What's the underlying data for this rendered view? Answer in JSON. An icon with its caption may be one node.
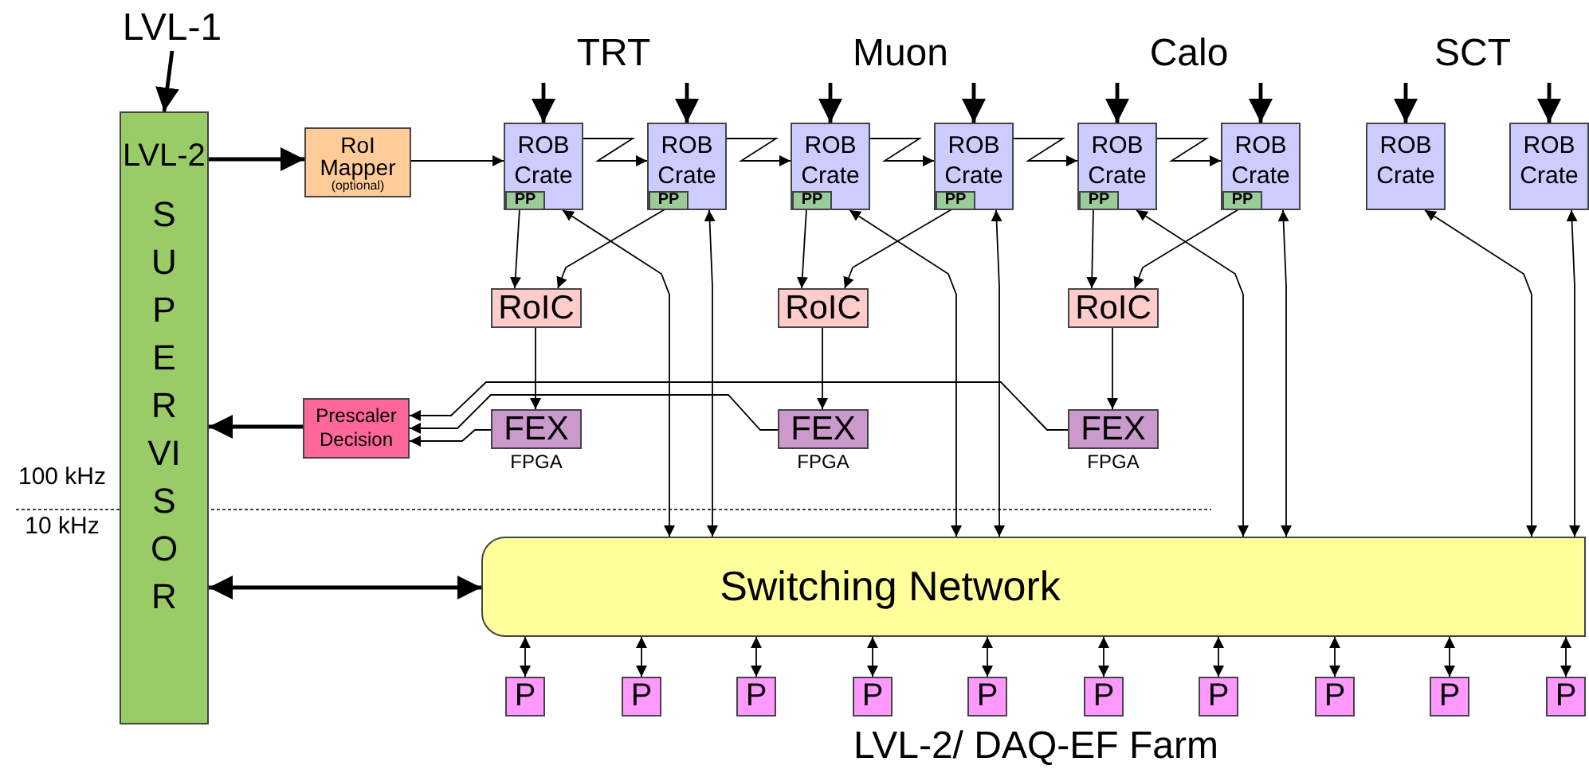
{
  "diagram": {
    "nodes": [
      {
        "text": [
          "LVL-1"
        ]
      },
      {
        "text": [
          "LVL-2",
          "SUPERVISOR"
        ]
      },
      {
        "text": [
          "RoI Mapper",
          "(optional)"
        ]
      },
      {
        "text": [
          "ROB Crate"
        ]
      },
      {
        "text": [
          "PP"
        ],
        "in": 3
      },
      {
        "text": [
          "ROB Crate"
        ]
      },
      {
        "text": [
          "PP"
        ],
        "in": 5
      },
      {
        "text": [
          "ROB Crate"
        ]
      },
      {
        "text": [
          "PP"
        ],
        "in": 7
      },
      {
        "text": [
          "ROB Crate"
        ]
      },
      {
        "text": [
          "PP"
        ],
        "in": 9
      },
      {
        "text": [
          "ROB Crate"
        ]
      },
      {
        "text": [
          "PP"
        ],
        "in": 11
      },
      {
        "text": [
          "ROB Crate"
        ]
      },
      {
        "text": [
          "PP"
        ],
        "in": 13
      },
      {
        "text": [
          "ROB Crate"
        ]
      },
      {
        "text": [
          "ROB Crate"
        ]
      },
      {
        "text": [
          "RoIC"
        ]
      },
      {
        "text": [
          "RoIC"
        ]
      },
      {
        "text": [
          "RoIC"
        ]
      },
      {
        "text": [
          "Prescaler Decision"
        ]
      },
      {
        "text": [
          "FEX"
        ],
        "beside": [
          "FPGA"
        ]
      },
      {
        "text": [
          "FEX"
        ],
        "beside": [
          "FPGA"
        ]
      },
      {
        "text": [
          "FEX"
        ],
        "beside": [
          "FPGA"
        ]
      },
      {
        "text": [
          "Switching Network"
        ]
      },
      {
        "text": [
          "P"
        ]
      },
      {
        "text": [
          "P"
        ]
      },
      {
        "text": [
          "P"
        ]
      },
      {
        "text": [
          "P"
        ]
      },
      {
        "text": [
          "P"
        ]
      },
      {
        "text": [
          "P"
        ]
      },
      {
        "text": [
          "P"
        ]
      },
      {
        "text": [
          "P"
        ]
      },
      {
        "text": [
          "P"
        ]
      },
      {
        "text": [
          "P"
        ]
      }
    ],
    "edges": [
      {
        "from": 0,
        "to": 1,
        "arrow": "to",
        "style": "thick"
      },
      {
        "from": 1,
        "to": 2,
        "arrow": "to",
        "style": "thick"
      },
      {
        "from": 2,
        "to": 3,
        "arrow": "to"
      },
      {
        "from": 3,
        "to": 5,
        "arrow": "to"
      },
      {
        "from": 5,
        "to": 7,
        "arrow": "to"
      },
      {
        "from": 7,
        "to": 9,
        "arrow": "to"
      },
      {
        "from": 9,
        "to": 11,
        "arrow": "to"
      },
      {
        "from": 11,
        "to": 13,
        "arrow": "to"
      },
      {
        "from": null,
        "to": 3,
        "arrow": "to",
        "style": "thick"
      },
      {
        "from": null,
        "to": 5,
        "arrow": "to",
        "style": "thick"
      },
      {
        "from": null,
        "to": 7,
        "arrow": "to",
        "style": "thick"
      },
      {
        "from": null,
        "to": 9,
        "arrow": "to",
        "style": "thick"
      },
      {
        "from": null,
        "to": 11,
        "arrow": "to",
        "style": "thick"
      },
      {
        "from": null,
        "to": 13,
        "arrow": "to",
        "style": "thick"
      },
      {
        "from": null,
        "to": 15,
        "arrow": "to",
        "style": "thick"
      },
      {
        "from": null,
        "to": 16,
        "arrow": "to",
        "style": "thick"
      },
      {
        "from": 4,
        "to": 17,
        "arrow": "to"
      },
      {
        "from": 6,
        "to": 17,
        "arrow": "to"
      },
      {
        "from": 8,
        "to": 18,
        "arrow": "to"
      },
      {
        "from": 10,
        "to": 18,
        "arrow": "to"
      },
      {
        "from": 12,
        "to": 19,
        "arrow": "to"
      },
      {
        "from": 14,
        "to": 19,
        "arrow": "to"
      },
      {
        "from": 17,
        "to": 21,
        "arrow": "to"
      },
      {
        "from": 18,
        "to": 22,
        "arrow": "to"
      },
      {
        "from": 19,
        "to": 23,
        "arrow": "to"
      },
      {
        "from": 21,
        "to": 20,
        "arrow": "to"
      },
      {
        "from": 22,
        "to": 20,
        "arrow": "to"
      },
      {
        "from": 23,
        "to": 20,
        "arrow": "to"
      },
      {
        "from": 20,
        "to": 1,
        "arrow": "to",
        "style": "thick"
      },
      {
        "from": 1,
        "to": 24,
        "arrow": "both",
        "style": "thick"
      },
      {
        "from": 3,
        "to": 24,
        "arrow": "both"
      },
      {
        "from": 5,
        "to": 24,
        "arrow": "both"
      },
      {
        "from": 7,
        "to": 24,
        "arrow": "both"
      },
      {
        "from": 9,
        "to": 24,
        "arrow": "both"
      },
      {
        "from": 11,
        "to": 24,
        "arrow": "both"
      },
      {
        "from": 13,
        "to": 24,
        "arrow": "both"
      },
      {
        "from": 15,
        "to": 24,
        "arrow": "both"
      },
      {
        "from": 16,
        "to": 24,
        "arrow": "both"
      },
      {
        "from": 24,
        "to": 25,
        "arrow": "both"
      },
      {
        "from": 24,
        "to": 26,
        "arrow": "both"
      },
      {
        "from": 24,
        "to": 27,
        "arrow": "both"
      },
      {
        "from": 24,
        "to": 28,
        "arrow": "both"
      },
      {
        "from": 24,
        "to": 29,
        "arrow": "both"
      },
      {
        "from": 24,
        "to": 30,
        "arrow": "both"
      },
      {
        "from": 24,
        "to": 31,
        "arrow": "both"
      },
      {
        "from": 24,
        "to": 32,
        "arrow": "both"
      },
      {
        "from": 24,
        "to": 33,
        "arrow": "both"
      },
      {
        "from": 24,
        "to": 34,
        "arrow": "both"
      }
    ],
    "labels": [
      "TRT",
      "Muon",
      "Calo",
      "SCT",
      "100 kHz",
      "10 kHz",
      "LVL-2/ DAQ-EF Farm"
    ]
  }
}
